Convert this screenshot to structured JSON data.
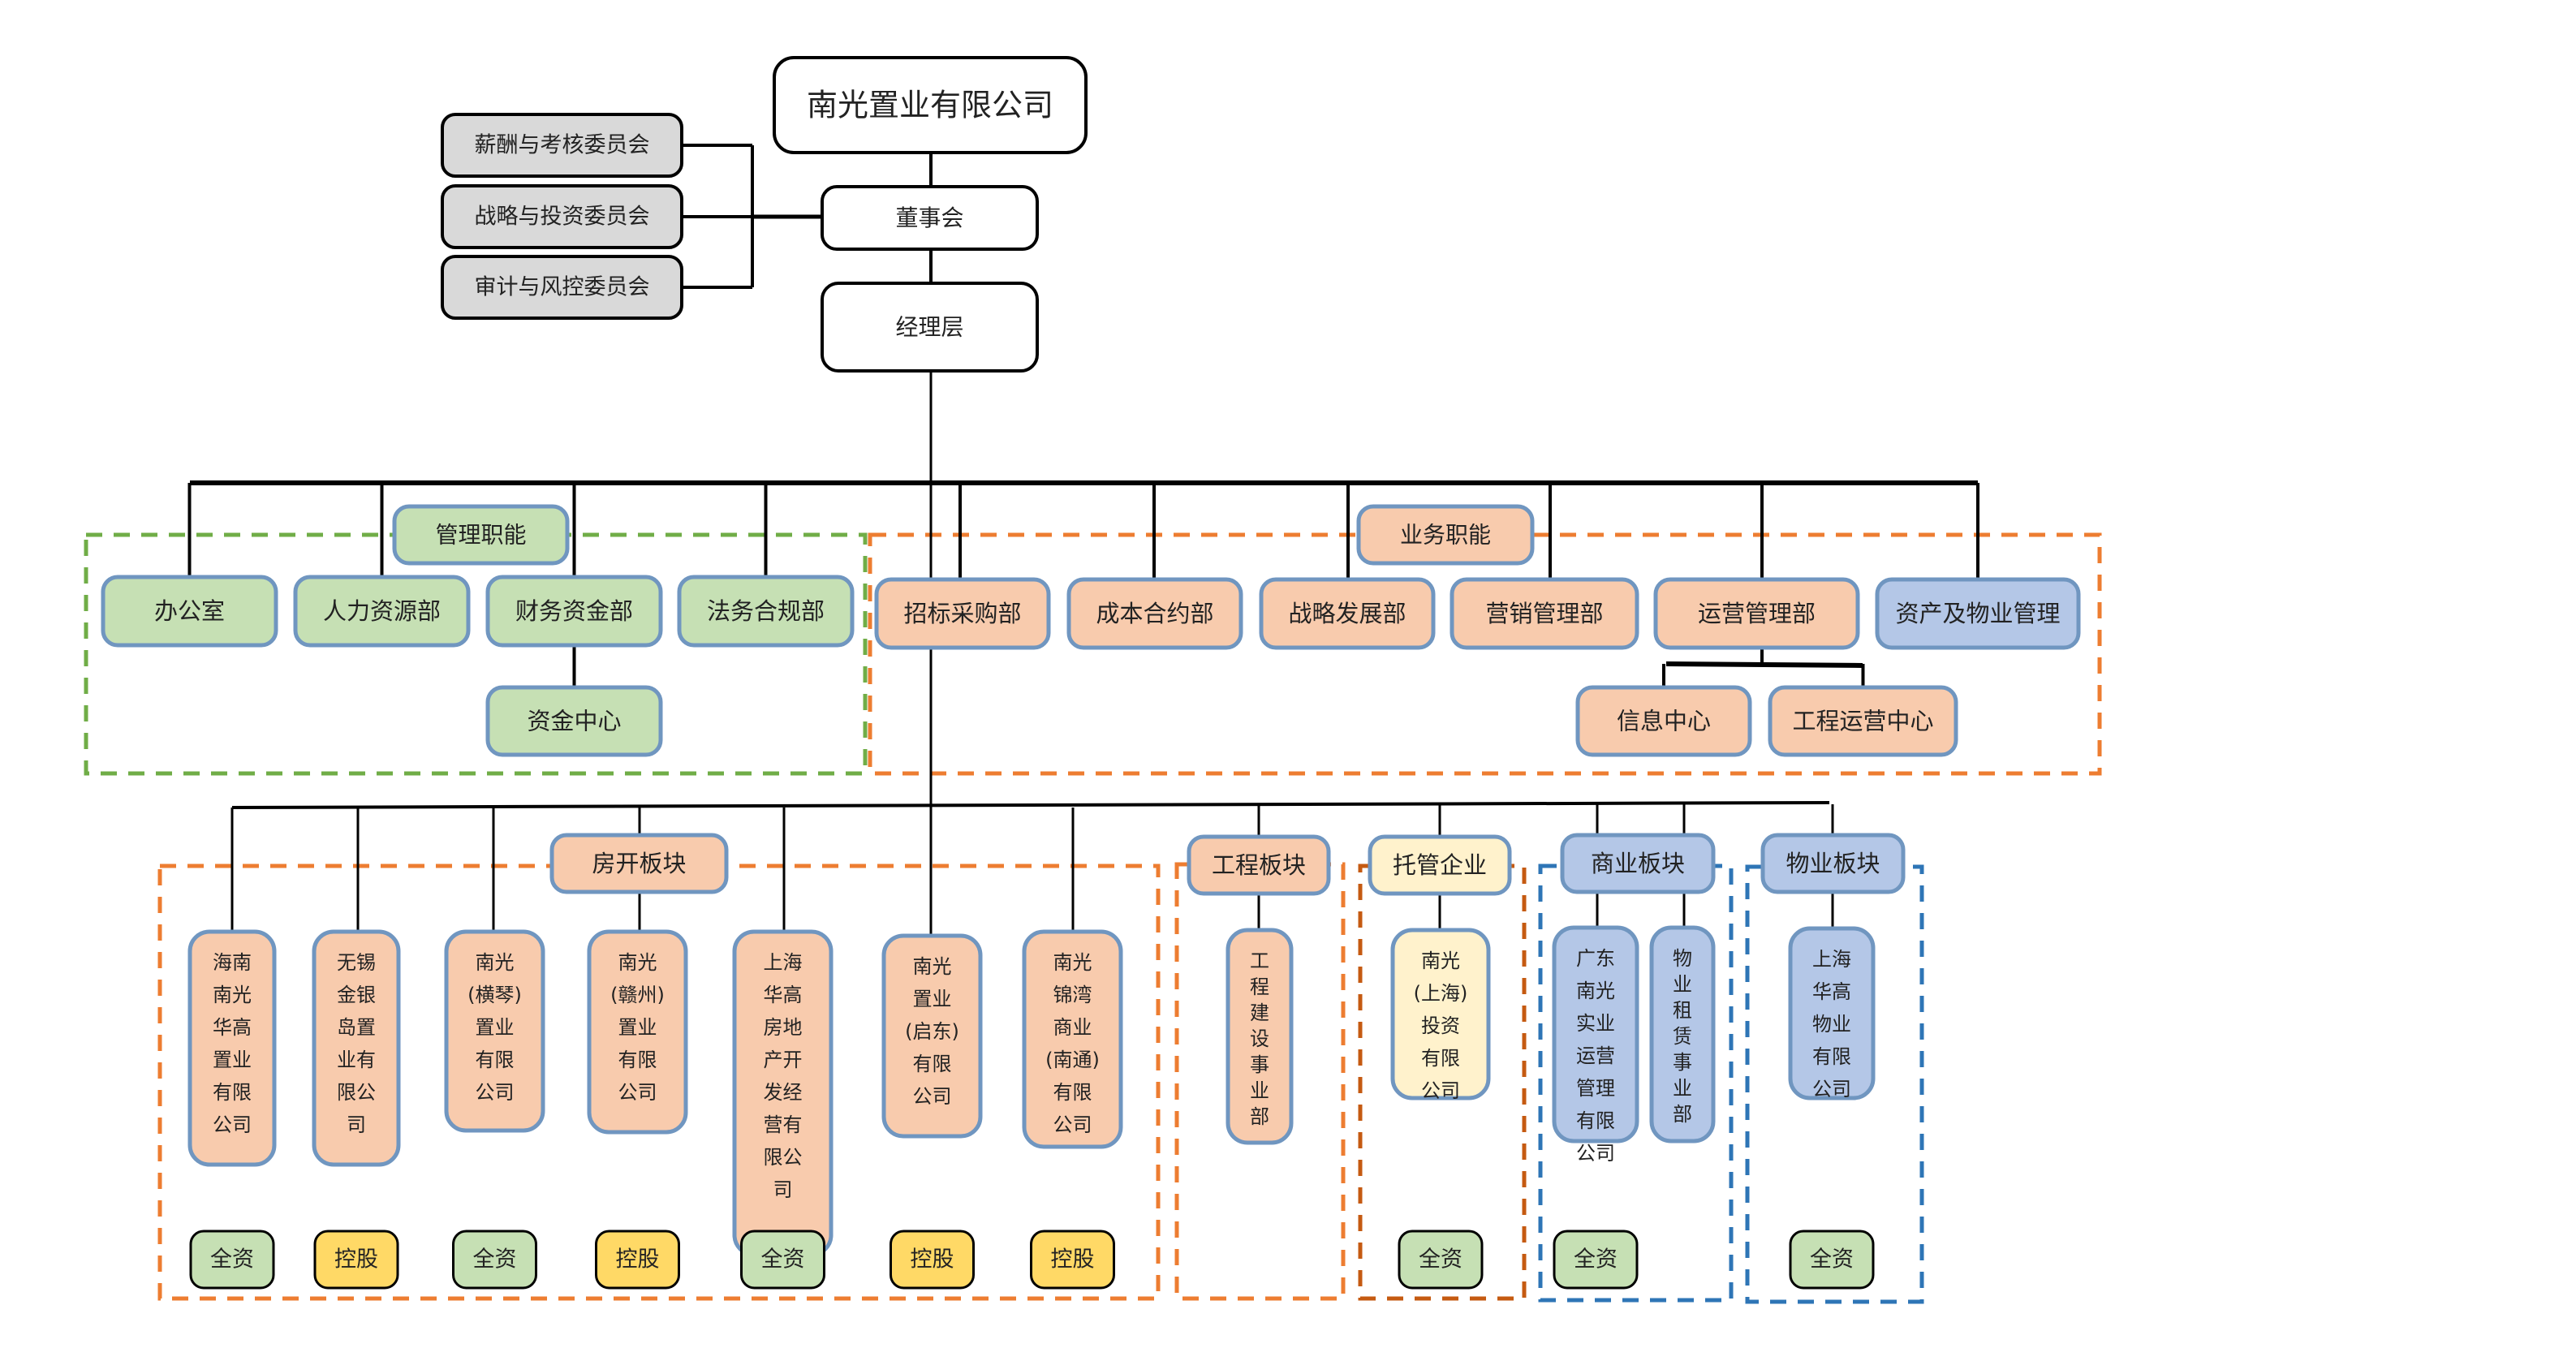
{
  "title": "南光置业有限公司",
  "colors": {
    "line": "#000000",
    "node_white_fill": "#ffffff",
    "node_white_stroke": "#000000",
    "committee_fill": "#d9d9d9",
    "green_fill": "#c6e0b4",
    "orange_fill": "#f8cbad",
    "yellow_fill": "#fff2cc",
    "blue_fill": "#b4c7e7",
    "node_stroke_blue": "#7096c0",
    "badge_green": "#c6e0b4",
    "badge_yellow": "#ffd966",
    "dash_green": "#70ad47",
    "dash_orange": "#ed7d31",
    "dash_dark_orange": "#c55a11",
    "dash_blue": "#2e75b6"
  },
  "top": {
    "company": "南光置业有限公司",
    "board": "董事会",
    "management": "经理层"
  },
  "committees": [
    "薪酬与考核委员会",
    "战略与投资委员会",
    "审计与风控委员会"
  ],
  "management_functions": {
    "group_label": "管理职能",
    "departments": [
      "办公室",
      "人力资源部",
      "财务资金部",
      "法务合规部"
    ],
    "sub_units": [
      {
        "parent": "财务资金部",
        "label": "资金中心"
      }
    ]
  },
  "business_functions": {
    "group_label": "业务职能",
    "departments": [
      {
        "label": "招标采购部",
        "color": "orange"
      },
      {
        "label": "成本合约部",
        "color": "orange"
      },
      {
        "label": "战略发展部",
        "color": "orange"
      },
      {
        "label": "营销管理部",
        "color": "orange"
      },
      {
        "label": "运营管理部",
        "color": "orange"
      },
      {
        "label": "资产及物业管理",
        "color": "blue"
      }
    ],
    "sub_units": [
      {
        "parent": "运营管理部",
        "label": "信息中心"
      },
      {
        "parent": "运营管理部",
        "label": "工程运营中心"
      }
    ]
  },
  "segments": [
    {
      "label": "房开板块",
      "color": "orange",
      "dash": "orange",
      "companies": [
        {
          "lines": [
            "海南",
            "南光",
            "华高",
            "置业",
            "有限",
            "公司"
          ],
          "ownership": "全资"
        },
        {
          "lines": [
            "无锡",
            "金银",
            "岛置",
            "业有",
            "限公",
            "司"
          ],
          "ownership": "控股"
        },
        {
          "lines": [
            "南光",
            "(横琴)",
            "置业",
            "有限",
            "公司"
          ],
          "ownership": "全资"
        },
        {
          "lines": [
            "南光",
            "(赣州)",
            "置业",
            "有限",
            "公司"
          ],
          "ownership": "控股"
        },
        {
          "lines": [
            "上海",
            "华高",
            "房地",
            "产开",
            "发经",
            "营有",
            "限公",
            "司"
          ],
          "ownership": "全资"
        },
        {
          "lines": [
            "南光",
            "置业",
            "(启东)",
            "有限",
            "公司"
          ],
          "ownership": "控股"
        },
        {
          "lines": [
            "南光",
            "锦湾",
            "商业",
            "(南通)",
            "有限",
            "公司"
          ],
          "ownership": "控股"
        }
      ]
    },
    {
      "label": "工程板块",
      "color": "orange",
      "dash": "orange",
      "companies": [
        {
          "lines": [
            "工",
            "程",
            "建",
            "设",
            "事",
            "业",
            "部"
          ],
          "ownership": ""
        }
      ]
    },
    {
      "label": "托管企业",
      "color": "yellow",
      "dash": "dark_orange",
      "companies": [
        {
          "lines": [
            "南光",
            "(上海)",
            "投资",
            "有限",
            "公司"
          ],
          "ownership": "全资"
        }
      ]
    },
    {
      "label": "商业板块",
      "color": "blue",
      "dash": "blue",
      "companies": [
        {
          "lines": [
            "广东",
            "南光",
            "实业",
            "运营",
            "管理",
            "有限",
            "公司"
          ],
          "ownership": "全资"
        },
        {
          "lines": [
            "物",
            "业",
            "租",
            "赁",
            "事",
            "业",
            "部"
          ],
          "ownership": ""
        }
      ]
    },
    {
      "label": "物业板块",
      "color": "blue",
      "dash": "blue",
      "companies": [
        {
          "lines": [
            "上海",
            "华高",
            "物业",
            "有限",
            "公司"
          ],
          "ownership": "全资"
        }
      ]
    }
  ],
  "ownership_legend": {
    "full": "全资",
    "controlling": "控股"
  }
}
